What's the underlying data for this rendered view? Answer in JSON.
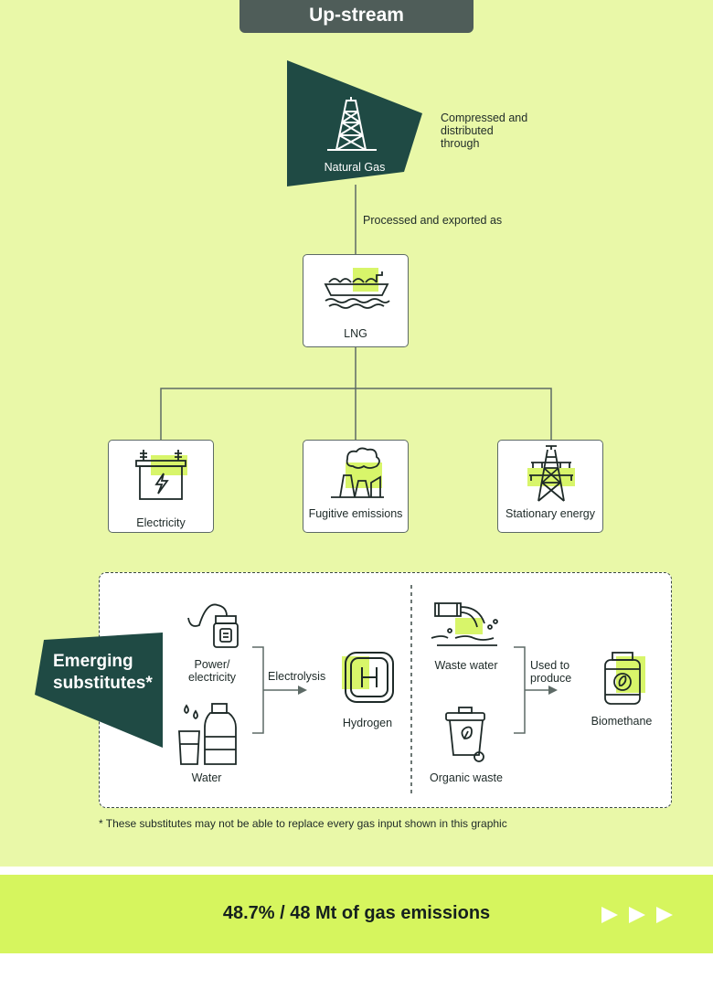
{
  "header": {
    "title": "Up-stream"
  },
  "source": {
    "label": "Natural Gas",
    "side_note": "Compressed and distributed through"
  },
  "connector": {
    "label": "Processed and exported as"
  },
  "lng": {
    "label": "LNG"
  },
  "uses": [
    {
      "label": "Electricity",
      "icon": "power-pole-battery-icon"
    },
    {
      "label": "Fugitive emissions",
      "icon": "factory-smoke-icon"
    },
    {
      "label": "Stationary energy",
      "icon": "transmission-tower-icon"
    }
  ],
  "substitutes": {
    "title": "Emerging substitutes*",
    "inputs_left": [
      {
        "label": "Power/ electricity"
      },
      {
        "label": "Water"
      }
    ],
    "process_left": "Electrolysis",
    "output_left": "Hydrogen",
    "inputs_right": [
      {
        "label": "Waste water"
      },
      {
        "label": "Organic waste"
      }
    ],
    "process_right": "Used to produce",
    "output_right": "Biomethane"
  },
  "footnote": "* These substitutes may not be able to replace every gas input shown in this graphic",
  "footer": {
    "stat": "48.7% / 48 Mt of gas emissions"
  },
  "colors": {
    "background": "#e9f8a8",
    "dark_green": "#1f4a44",
    "header_grey": "#4f5d59",
    "footer_green": "#d6f55e",
    "highlight": "#d8f56a"
  }
}
